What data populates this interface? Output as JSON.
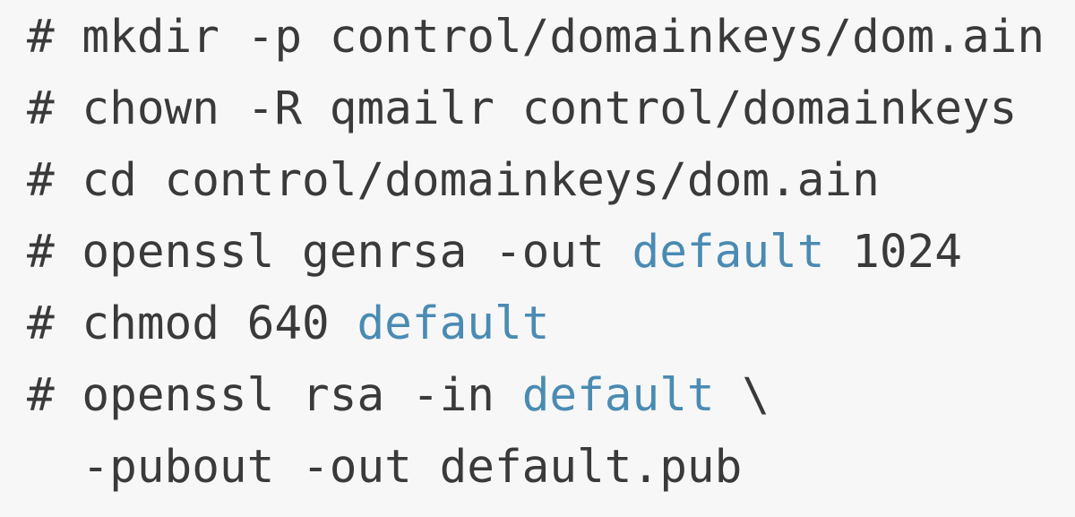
{
  "colors": {
    "background": "#f7f7f7",
    "text": "#3a3a3a",
    "accent": "#4a8bb3"
  },
  "code": {
    "language": "shell",
    "lines": [
      {
        "segments": [
          {
            "text": "# mkdir -p control/domainkeys/dom.ain",
            "style": "default"
          }
        ]
      },
      {
        "segments": [
          {
            "text": "# chown -R qmailr control/domainkeys",
            "style": "default"
          }
        ]
      },
      {
        "segments": [
          {
            "text": "# cd control/domainkeys/dom.ain",
            "style": "default"
          }
        ]
      },
      {
        "segments": [
          {
            "text": "# openssl genrsa -out ",
            "style": "default"
          },
          {
            "text": "default",
            "style": "accent"
          },
          {
            "text": " 1024",
            "style": "default"
          }
        ]
      },
      {
        "segments": [
          {
            "text": "# chmod 640 ",
            "style": "default"
          },
          {
            "text": "default",
            "style": "accent"
          }
        ]
      },
      {
        "segments": [
          {
            "text": "# openssl rsa -in ",
            "style": "default"
          },
          {
            "text": "default",
            "style": "accent"
          },
          {
            "text": " \\",
            "style": "default"
          }
        ]
      },
      {
        "segments": [
          {
            "text": "  -pubout -out default.pub",
            "style": "default"
          }
        ]
      }
    ]
  }
}
